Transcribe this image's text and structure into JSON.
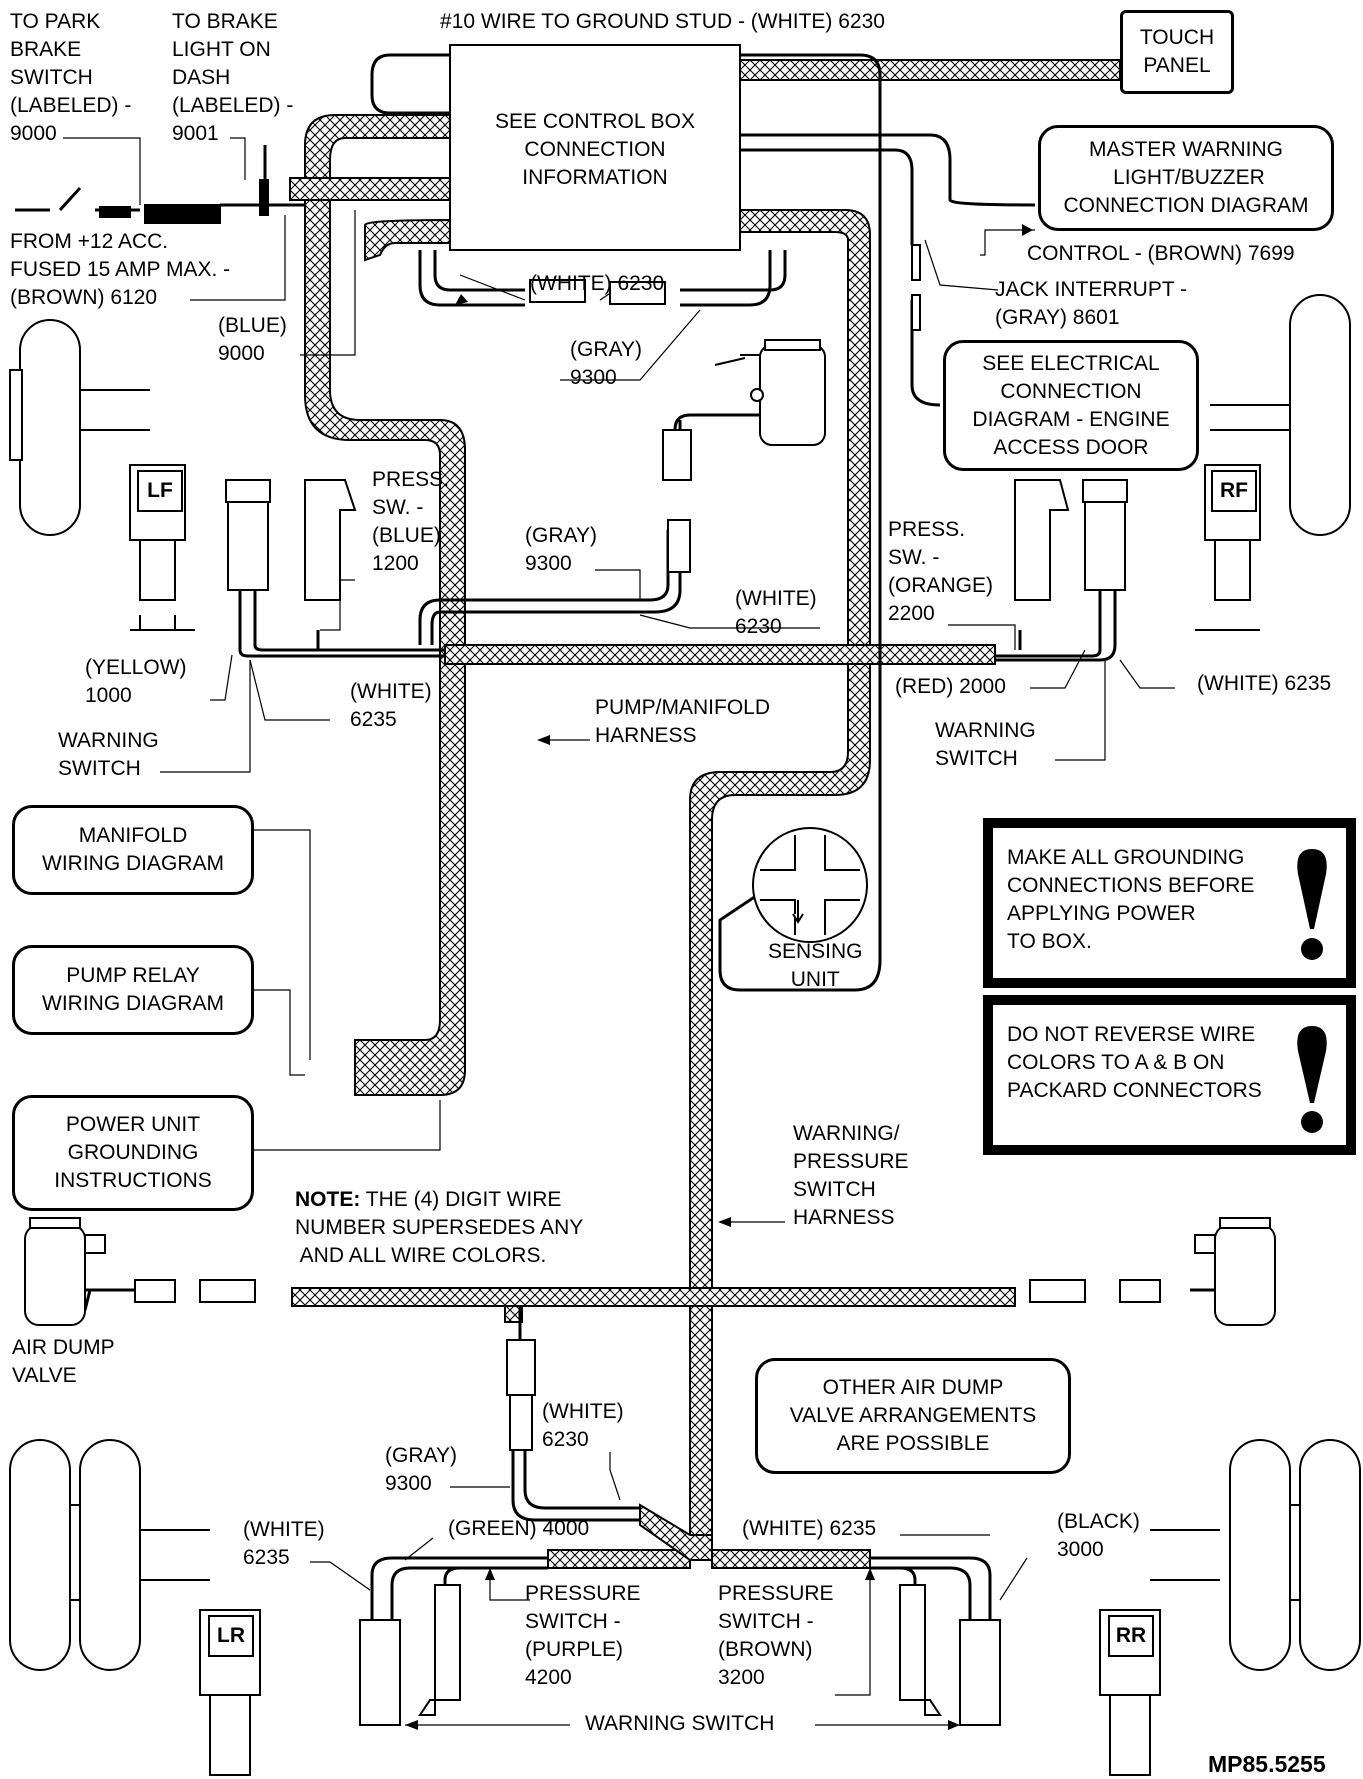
{
  "labels": {
    "park_brake": "TO PARK\nBRAKE\nSWITCH\n(LABELED) -\n9000",
    "brake_light": "TO BRAKE\nLIGHT ON\nDASH\n(LABELED) -\n9001",
    "ground_wire": "#10 WIRE TO GROUND STUD - (WHITE) 6230",
    "acc_power": "FROM +12 ACC.\nFUSED 15 AMP MAX. -\n(BROWN) 6120",
    "blue_9000": "(BLUE)\n9000",
    "white_6230_top": "(WHITE) 6230",
    "gray_9300_top": "(GRAY)\n9300",
    "control_brown": "CONTROL - (BROWN) 7699",
    "jack_interrupt": "JACK INTERRUPT -\n(GRAY) 8601",
    "press_sw_blue": "PRESS.\nSW. -\n(BLUE)\n1200",
    "gray_9300_mid": "(GRAY)\n9300",
    "white_6230_mid": "(WHITE)\n6230",
    "press_sw_orange": "PRESS.\nSW. -\n(ORANGE)\n2200",
    "yellow_1000": "(YELLOW)\n1000",
    "white_6235_left": "(WHITE)\n6235",
    "warning_switch_left": "WARNING\nSWITCH",
    "pump_manifold": "PUMP/MANIFOLD\nHARNESS",
    "red_2000": "(RED) 2000",
    "white_6235_right": "(WHITE) 6235",
    "warning_switch_right": "WARNING\nSWITCH",
    "sensing_unit": "SENSING\nUNIT",
    "warning_pressure": "WARNING/\nPRESSURE\nSWITCH\nHARNESS",
    "note_bold": "NOTE:",
    "note_text": " THE (4) DIGIT WIRE\nNUMBER SUPERSEDES ANY\n AND ALL WIRE COLORS.",
    "air_dump": "AIR DUMP\nVALVE",
    "white_6230_low": "(WHITE)\n6230",
    "gray_9300_low": "(GRAY)\n9300",
    "white_6235_lr": "(WHITE)\n6235",
    "green_4000": "(GREEN) 4000",
    "white_6235_rr": "(WHITE) 6235",
    "black_3000": "(BLACK)\n3000",
    "press_purple": "PRESSURE\nSWITCH -\n(PURPLE)\n4200",
    "press_brown": "PRESSURE\nSWITCH -\n(BROWN)\n3200",
    "warning_switch_bottom": "WARNING SWITCH",
    "figure_id": "MP85.5255"
  },
  "boxes": {
    "touch_panel": "TOUCH\nPANEL",
    "control_box": "SEE CONTROL BOX\nCONNECTION\nINFORMATION",
    "master_warning": "MASTER WARNING\n LIGHT/BUZZER\nCONNECTION DIAGRAM",
    "electrical_conn": "SEE ELECTRICAL\nCONNECTION\nDIAGRAM - ENGINE\nACCESS DOOR",
    "manifold_wiring": "MANIFOLD\nWIRING DIAGRAM",
    "pump_relay": "PUMP RELAY\nWIRING DIAGRAM",
    "power_unit": "POWER UNIT\nGROUNDING\nINSTRUCTIONS",
    "other_valve": "OTHER AIR DUMP\nVALVE ARRANGEMENTS\nARE POSSIBLE"
  },
  "warnings": {
    "grounding": "MAKE ALL GROUNDING\nCONNECTIONS BEFORE\nAPPLYING POWER\nTO BOX.",
    "reverse": "DO NOT REVERSE WIRE\nCOLORS TO A & B ON\nPACKARD CONNECTORS"
  },
  "wheels": {
    "lf": "LF",
    "rf": "RF",
    "lr": "LR",
    "rr": "RR"
  }
}
